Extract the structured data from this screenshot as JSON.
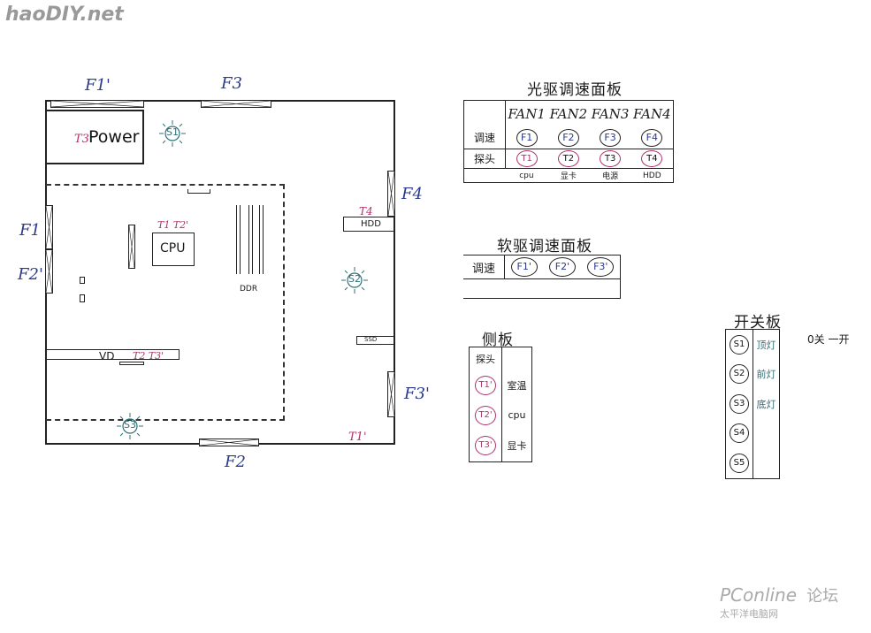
{
  "watermark": {
    "top_left": "haoDIY.net",
    "bottom_right_brand": "PConline",
    "bottom_right_sub": "太平洋电脑网",
    "bottom_right_forum": "论坛"
  },
  "case": {
    "fans": {
      "f1p_top": "F1'",
      "f3_top": "F3",
      "f1_left": "F1",
      "f2p_left": "F2'",
      "f4_right": "F4",
      "f3p_right": "F3'",
      "f2_bottom": "F2"
    },
    "psu": {
      "temp": "T3",
      "label": "Power"
    },
    "leds": {
      "s1": "S1",
      "s2": "S2",
      "s3": "S3"
    },
    "cpu": {
      "label": "CPU",
      "temps": "T1 T2'"
    },
    "ddr": "DDR",
    "hdd": {
      "label": "HDD",
      "temp": "T4"
    },
    "ssd": "SSD",
    "vd": {
      "label": "VD",
      "temps": "T2 T3'"
    },
    "t1p": "T1'"
  },
  "optical_panel": {
    "title": "光驱调速面板",
    "header": [
      "FAN1",
      "FAN2",
      "FAN3",
      "FAN4"
    ],
    "row_speed_label": "调速",
    "row_speed": [
      "F1",
      "F2",
      "F3",
      "F4"
    ],
    "row_probe_label": "探头",
    "row_probe": [
      "T1",
      "T2",
      "T3",
      "T4"
    ],
    "row_names": [
      "cpu",
      "显卡",
      "电源",
      "HDD"
    ]
  },
  "floppy_panel": {
    "title": "软驱调速面板",
    "row_label": "调速",
    "cells": [
      "F1'",
      "F2'",
      "F3'"
    ]
  },
  "side_panel": {
    "title": "侧板",
    "col_label": "探头",
    "rows": [
      {
        "probe": "T1'",
        "name": "室温"
      },
      {
        "probe": "T2'",
        "name": "cpu"
      },
      {
        "probe": "T3'",
        "name": "显卡"
      }
    ]
  },
  "switch_panel": {
    "title": "开关板",
    "rows": [
      {
        "switch": "S1",
        "label": "顶灯"
      },
      {
        "switch": "S2",
        "label": "前灯"
      },
      {
        "switch": "S3",
        "label": "底灯"
      },
      {
        "switch": "S4",
        "label": ""
      },
      {
        "switch": "S5",
        "label": ""
      }
    ],
    "legend": "0关 一开"
  },
  "colors": {
    "ink": "#1a1a1a",
    "blue": "#2a3a8c",
    "pink": "#b0306a",
    "teal": "#2f6f78"
  }
}
